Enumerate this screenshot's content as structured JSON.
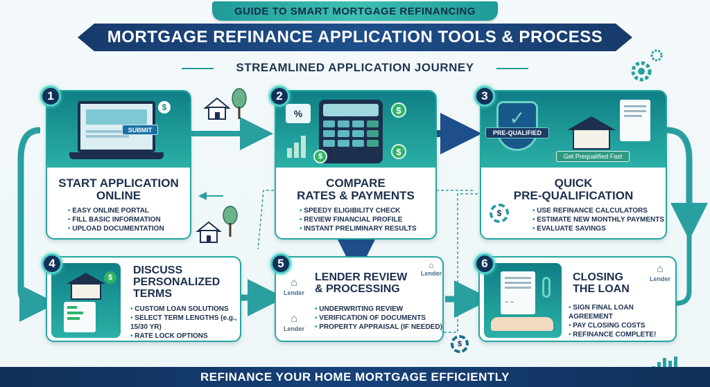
{
  "header": {
    "ribbon": "GUIDE TO SMART MORTGAGE REFINANCING",
    "title": "MORTGAGE REFINANCE APPLICATION TOOLS & PROCESS",
    "subtitle": "STREAMLINED APPLICATION JOURNEY"
  },
  "steps": [
    {
      "number": "1",
      "title_line1": "START APPLICATION",
      "title_line2": "ONLINE",
      "button": "SUBMIT",
      "bullets": [
        "EASY ONLINE PORTAL",
        "FILL BASIC INFORMATION",
        "UPLOAD DOCUMENTATION"
      ]
    },
    {
      "number": "2",
      "title_line1": "COMPARE",
      "title_line2": "RATES & PAYMENTS",
      "bullets": [
        "SPEEDY ELIGIBILITY CHECK",
        "REVIEW FINANCIAL PROFILE",
        "INSTANT PRELIMINARY RESULTS"
      ]
    },
    {
      "number": "3",
      "title_line1": "QUICK",
      "title_line2": "PRE-QUALIFICATION",
      "badge": "PRE-QUALIFIED",
      "button": "Get Prequalified Fast",
      "bullets": [
        "USE REFINANCE CALCULATORS",
        "ESTIMATE NEW MONTHLY PAYMENTS",
        "EVALUATE SAVINGS"
      ]
    },
    {
      "number": "4",
      "title_line1": "DISCUSS",
      "title_line2": "PERSONALIZED",
      "title_line3": "TERMS",
      "bullets": [
        "CUSTOM LOAN SOLUTIONS",
        "SELECT TERM LENGTHS (e.g., 15/30 YR)",
        "RATE LOCK OPTIONS"
      ]
    },
    {
      "number": "5",
      "title_line1": "LENDER REVIEW",
      "title_line2": "& PROCESSING",
      "lender_label": "Lender",
      "bullets": [
        "UNDERWRITING REVIEW",
        "VERIFICATION OF DOCUMENTS",
        "PROPERTY APPRAISAL (IF NEEDED)"
      ]
    },
    {
      "number": "6",
      "title_line1": "CLOSING",
      "title_line2": "THE LOAN",
      "lender_label": "Lender",
      "bullets": [
        "SIGN FINAL LOAN AGREEMENT",
        "PAY CLOSING COSTS",
        "REFINANCE COMPLETE!"
      ]
    }
  ],
  "calculator_display": "%",
  "footer": "REFINANCE YOUR HOME MORTGAGE EFFICIENTLY",
  "colors": {
    "teal": "#23a79f",
    "navy": "#12315a",
    "title_band": "#1e4f8a"
  }
}
